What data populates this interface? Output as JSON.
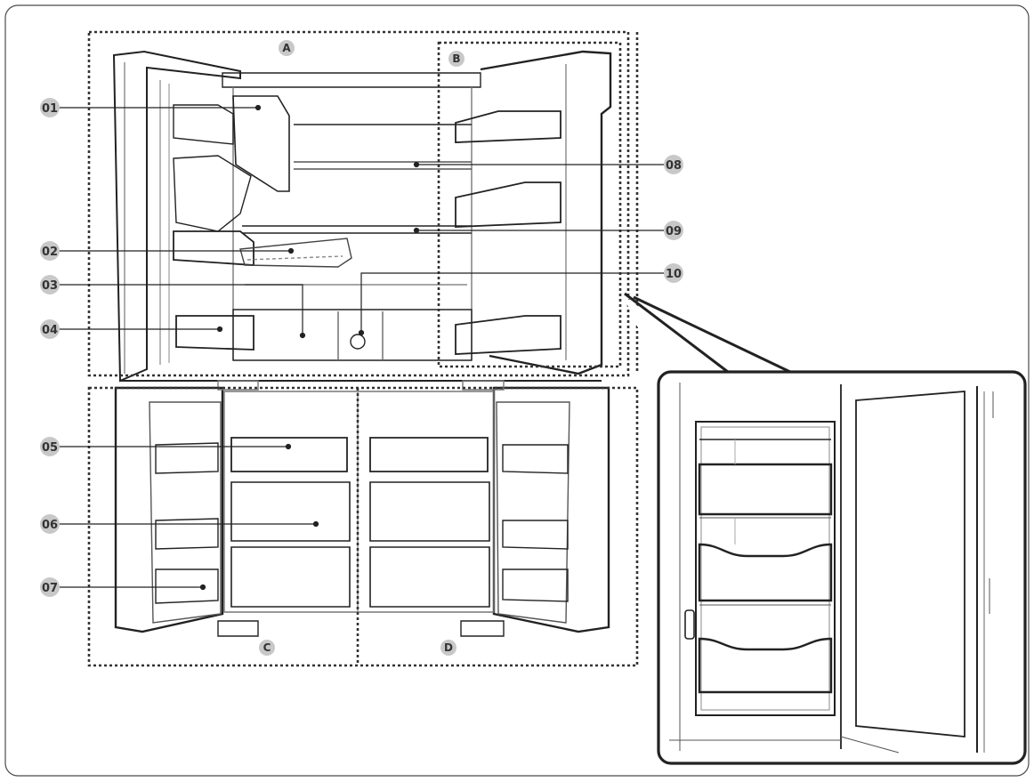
{
  "colors": {
    "badge_fill": "#c8c8c8",
    "line": "#222222",
    "outline_light": "#9a9a9a",
    "dotted": "#333333"
  },
  "zones": [
    {
      "id": "zone-a",
      "label": "A"
    },
    {
      "id": "zone-b",
      "label": "B"
    },
    {
      "id": "zone-c",
      "label": "C"
    },
    {
      "id": "zone-d",
      "label": "D"
    }
  ],
  "callouts": [
    {
      "id": "01",
      "label": "01"
    },
    {
      "id": "02",
      "label": "02"
    },
    {
      "id": "03",
      "label": "03"
    },
    {
      "id": "04",
      "label": "04"
    },
    {
      "id": "05",
      "label": "05"
    },
    {
      "id": "06",
      "label": "06"
    },
    {
      "id": "07",
      "label": "07"
    },
    {
      "id": "08",
      "label": "08"
    },
    {
      "id": "09",
      "label": "09"
    },
    {
      "id": "10",
      "label": "10"
    }
  ]
}
